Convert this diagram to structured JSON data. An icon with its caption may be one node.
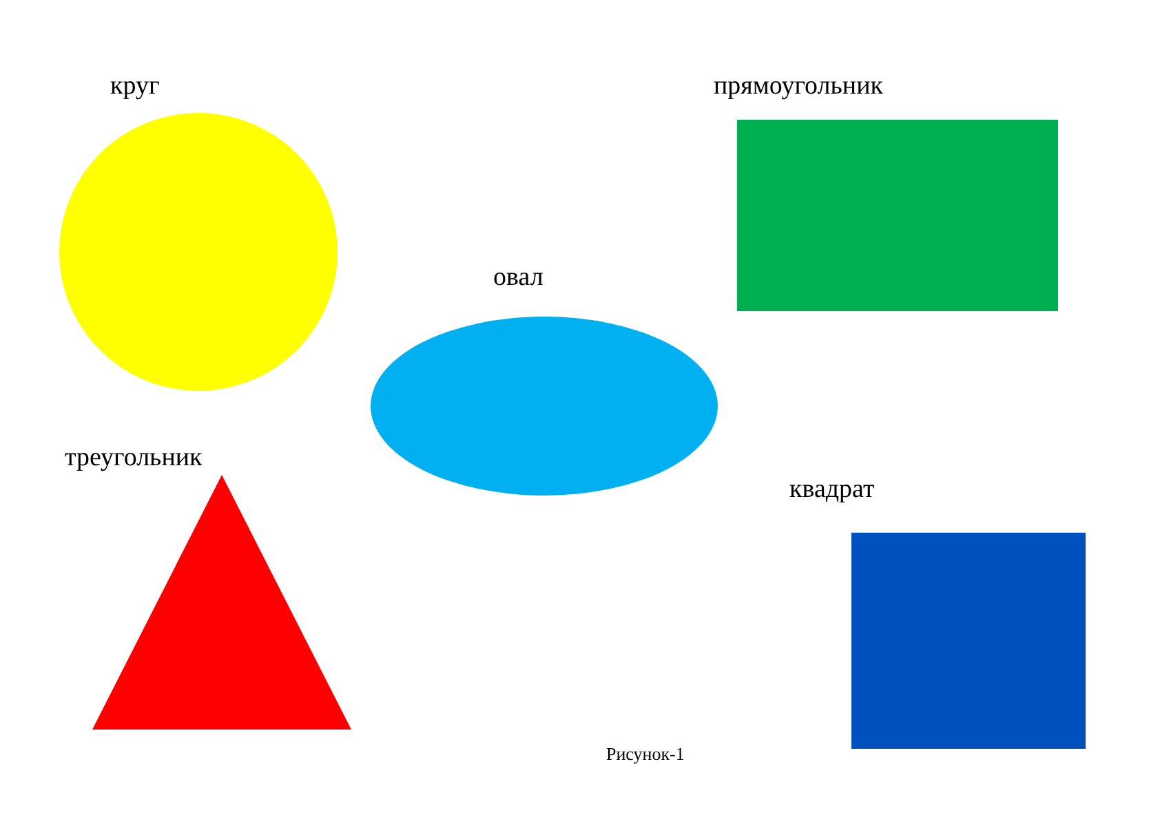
{
  "diagram": {
    "caption": "Рисунок-1",
    "nodes": [
      {
        "text": [
          "круг"
        ]
      },
      {
        "text": [
          "прямоугольник"
        ]
      },
      {
        "text": [
          "овал"
        ]
      },
      {
        "text": [
          "треугольник"
        ]
      },
      {
        "text": [
          "квадрат"
        ]
      }
    ]
  }
}
